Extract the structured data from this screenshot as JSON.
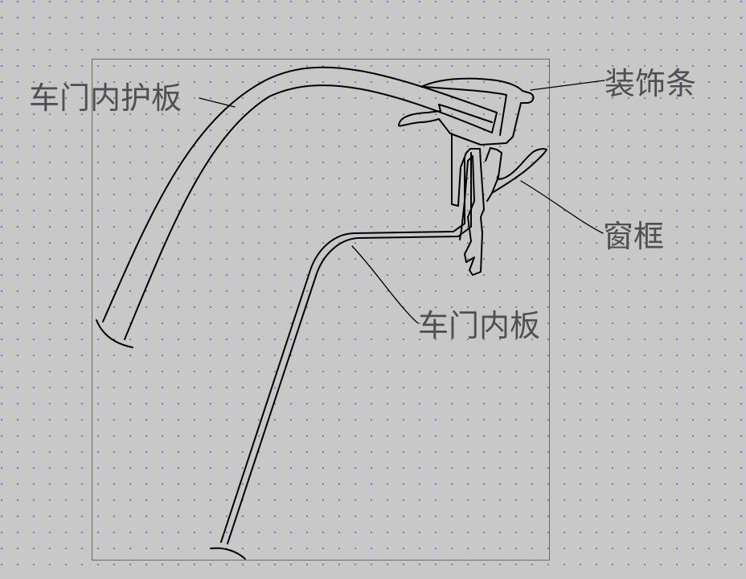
{
  "labels": {
    "door_trim_panel": "车门内护板",
    "molding": "装饰条",
    "window_frame": "窗框",
    "door_inner_panel": "车门内板"
  }
}
